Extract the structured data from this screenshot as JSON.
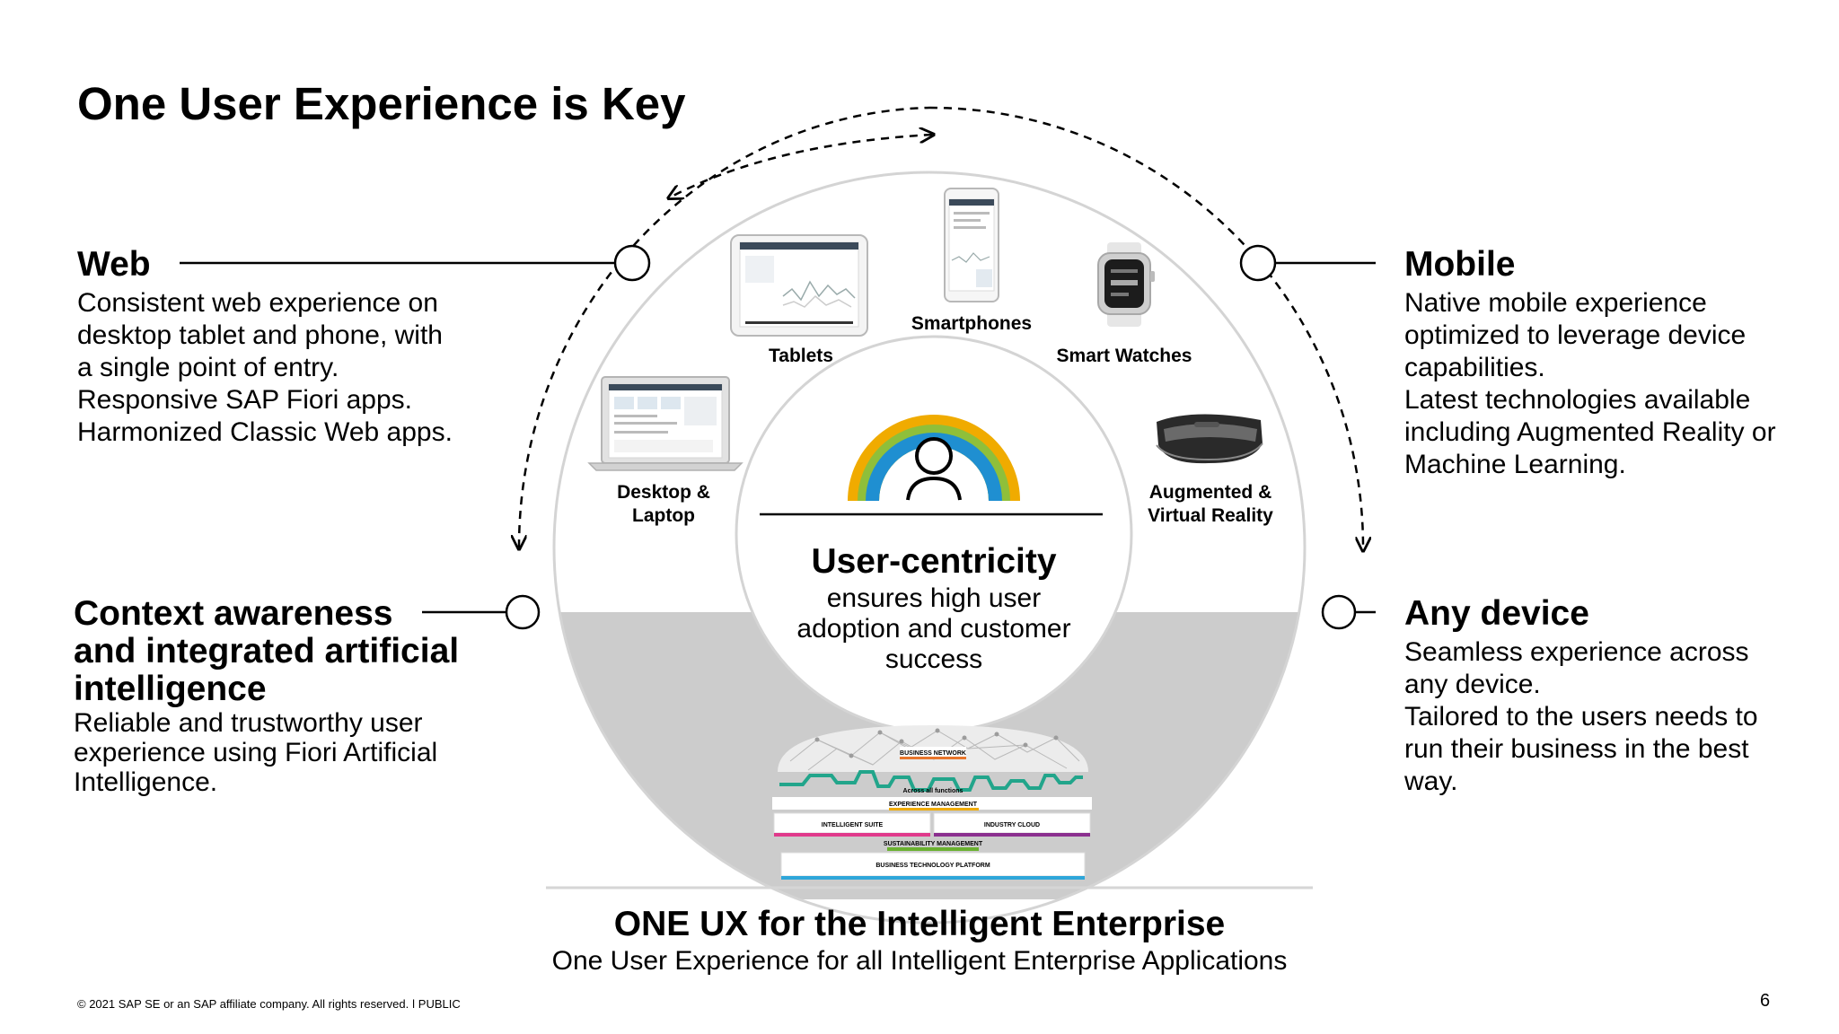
{
  "title": "One User Experience is Key",
  "sections": {
    "web": {
      "heading": "Web",
      "body": [
        "Consistent web experience on",
        "desktop tablet and phone, with",
        "a single point of entry.",
        "Responsive SAP Fiori apps.",
        "Harmonized Classic Web apps."
      ]
    },
    "mobile": {
      "heading": "Mobile",
      "body": [
        "Native mobile experience",
        "optimized to leverage device",
        "capabilities.",
        "Latest technologies available",
        "including Augmented Reality or",
        "Machine Learning."
      ]
    },
    "context": {
      "heading": [
        "Context awareness",
        "and integrated artificial",
        "intelligence"
      ],
      "body": [
        "Reliable and trustworthy user",
        "experience using Fiori Artificial",
        "Intelligence."
      ]
    },
    "any_device": {
      "heading": "Any device",
      "body": [
        "Seamless experience across",
        "any device.",
        "Tailored to the users needs to",
        "run their business in the best",
        "way."
      ]
    }
  },
  "devices": {
    "tablets": "Tablets",
    "smartphones": "Smartphones",
    "smart_watches": "Smart Watches",
    "desktop": [
      "Desktop &",
      "Laptop"
    ],
    "ar_vr": [
      "Augmented &",
      "Virtual Reality"
    ]
  },
  "center": {
    "heading": "User-centricity",
    "body": [
      "ensures high user",
      "adoption and customer",
      "success"
    ]
  },
  "architecture": {
    "business_network": "BUSINESS NETWORK",
    "across_functions": "Across all functions",
    "experience_management": "EXPERIENCE MANAGEMENT",
    "intelligent_suite": "INTELLIGENT SUITE",
    "industry_cloud": "INDUSTRY CLOUD",
    "sustainability_management": "SUSTAINABILITY MANAGEMENT",
    "business_technology_platform": "BUSINESS TECHNOLOGY PLATFORM"
  },
  "bottom": {
    "title": "ONE UX for the Intelligent Enterprise",
    "subtitle": "One User Experience for all Intelligent Enterprise Applications"
  },
  "footer": "© 2021 SAP SE or an SAP affiliate company. All rights reserved.  ǀ  PUBLIC",
  "page_number": "6",
  "colors": {
    "rainbow_outer": "#f0ab00",
    "rainbow_middle": "#8fbf3a",
    "rainbow_inner": "#1f8fd1",
    "circle_gray": "#cccccc",
    "network_line": "#22a58b"
  }
}
